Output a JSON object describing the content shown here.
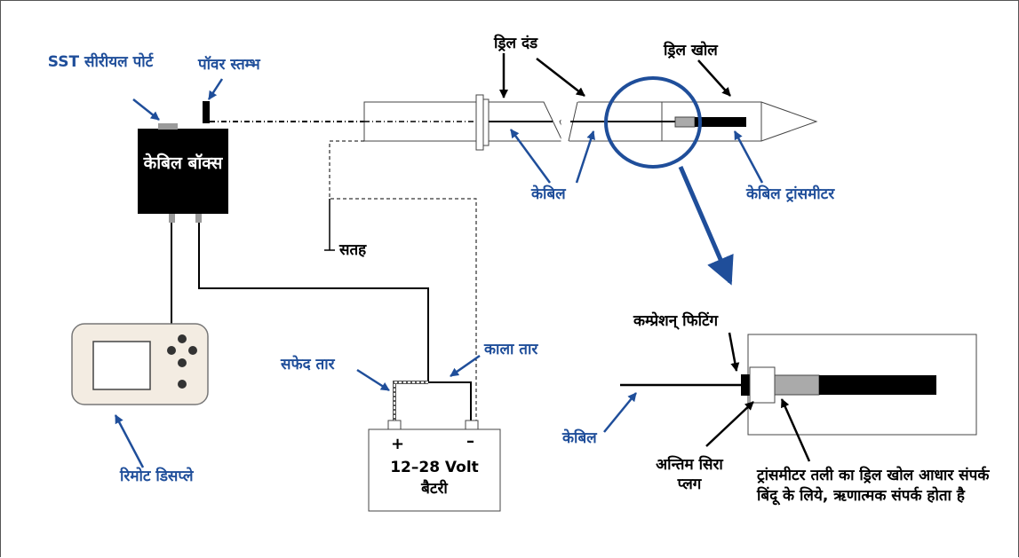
{
  "labels": {
    "sst_serial_port": "SST सीरीयल पोर्ट",
    "power_pillar": "पॉवर स्तम्भ",
    "cable_box": "केबिल बॉक्स",
    "drill_rod": "ड्रिल दंड",
    "drill_housing": "ड्रिल खोल",
    "cable_upper": "केबिल",
    "cable_transmitter": "केबिल ट्रांसमीटर",
    "surface": "सतह",
    "remote_display": "रिमोट डिसप्ले",
    "white_wire": "सफेद तार",
    "black_wire": "काला तार",
    "battery_plus": "+",
    "battery_minus": "–",
    "battery_voltage": "12–28 Volt",
    "battery": "बैटरी",
    "compression_fitting": "कम्प्रेशन् फिटिंग",
    "cable_lower": "केबिल",
    "end_plug": "अन्तिम सिरा प्लग",
    "transmitter_note": "ट्रांसमीटर तली का ड्रिल खोल आधार संपर्क बिंदू के लिये, ऋणात्मक संपर्क होता है"
  },
  "colors": {
    "label_blue": "#1f4e9a",
    "arrow_blue": "#1f4e9a",
    "box_black": "#000000",
    "display_body": "#f3ece2",
    "connector_gray": "#9a9a9a"
  }
}
